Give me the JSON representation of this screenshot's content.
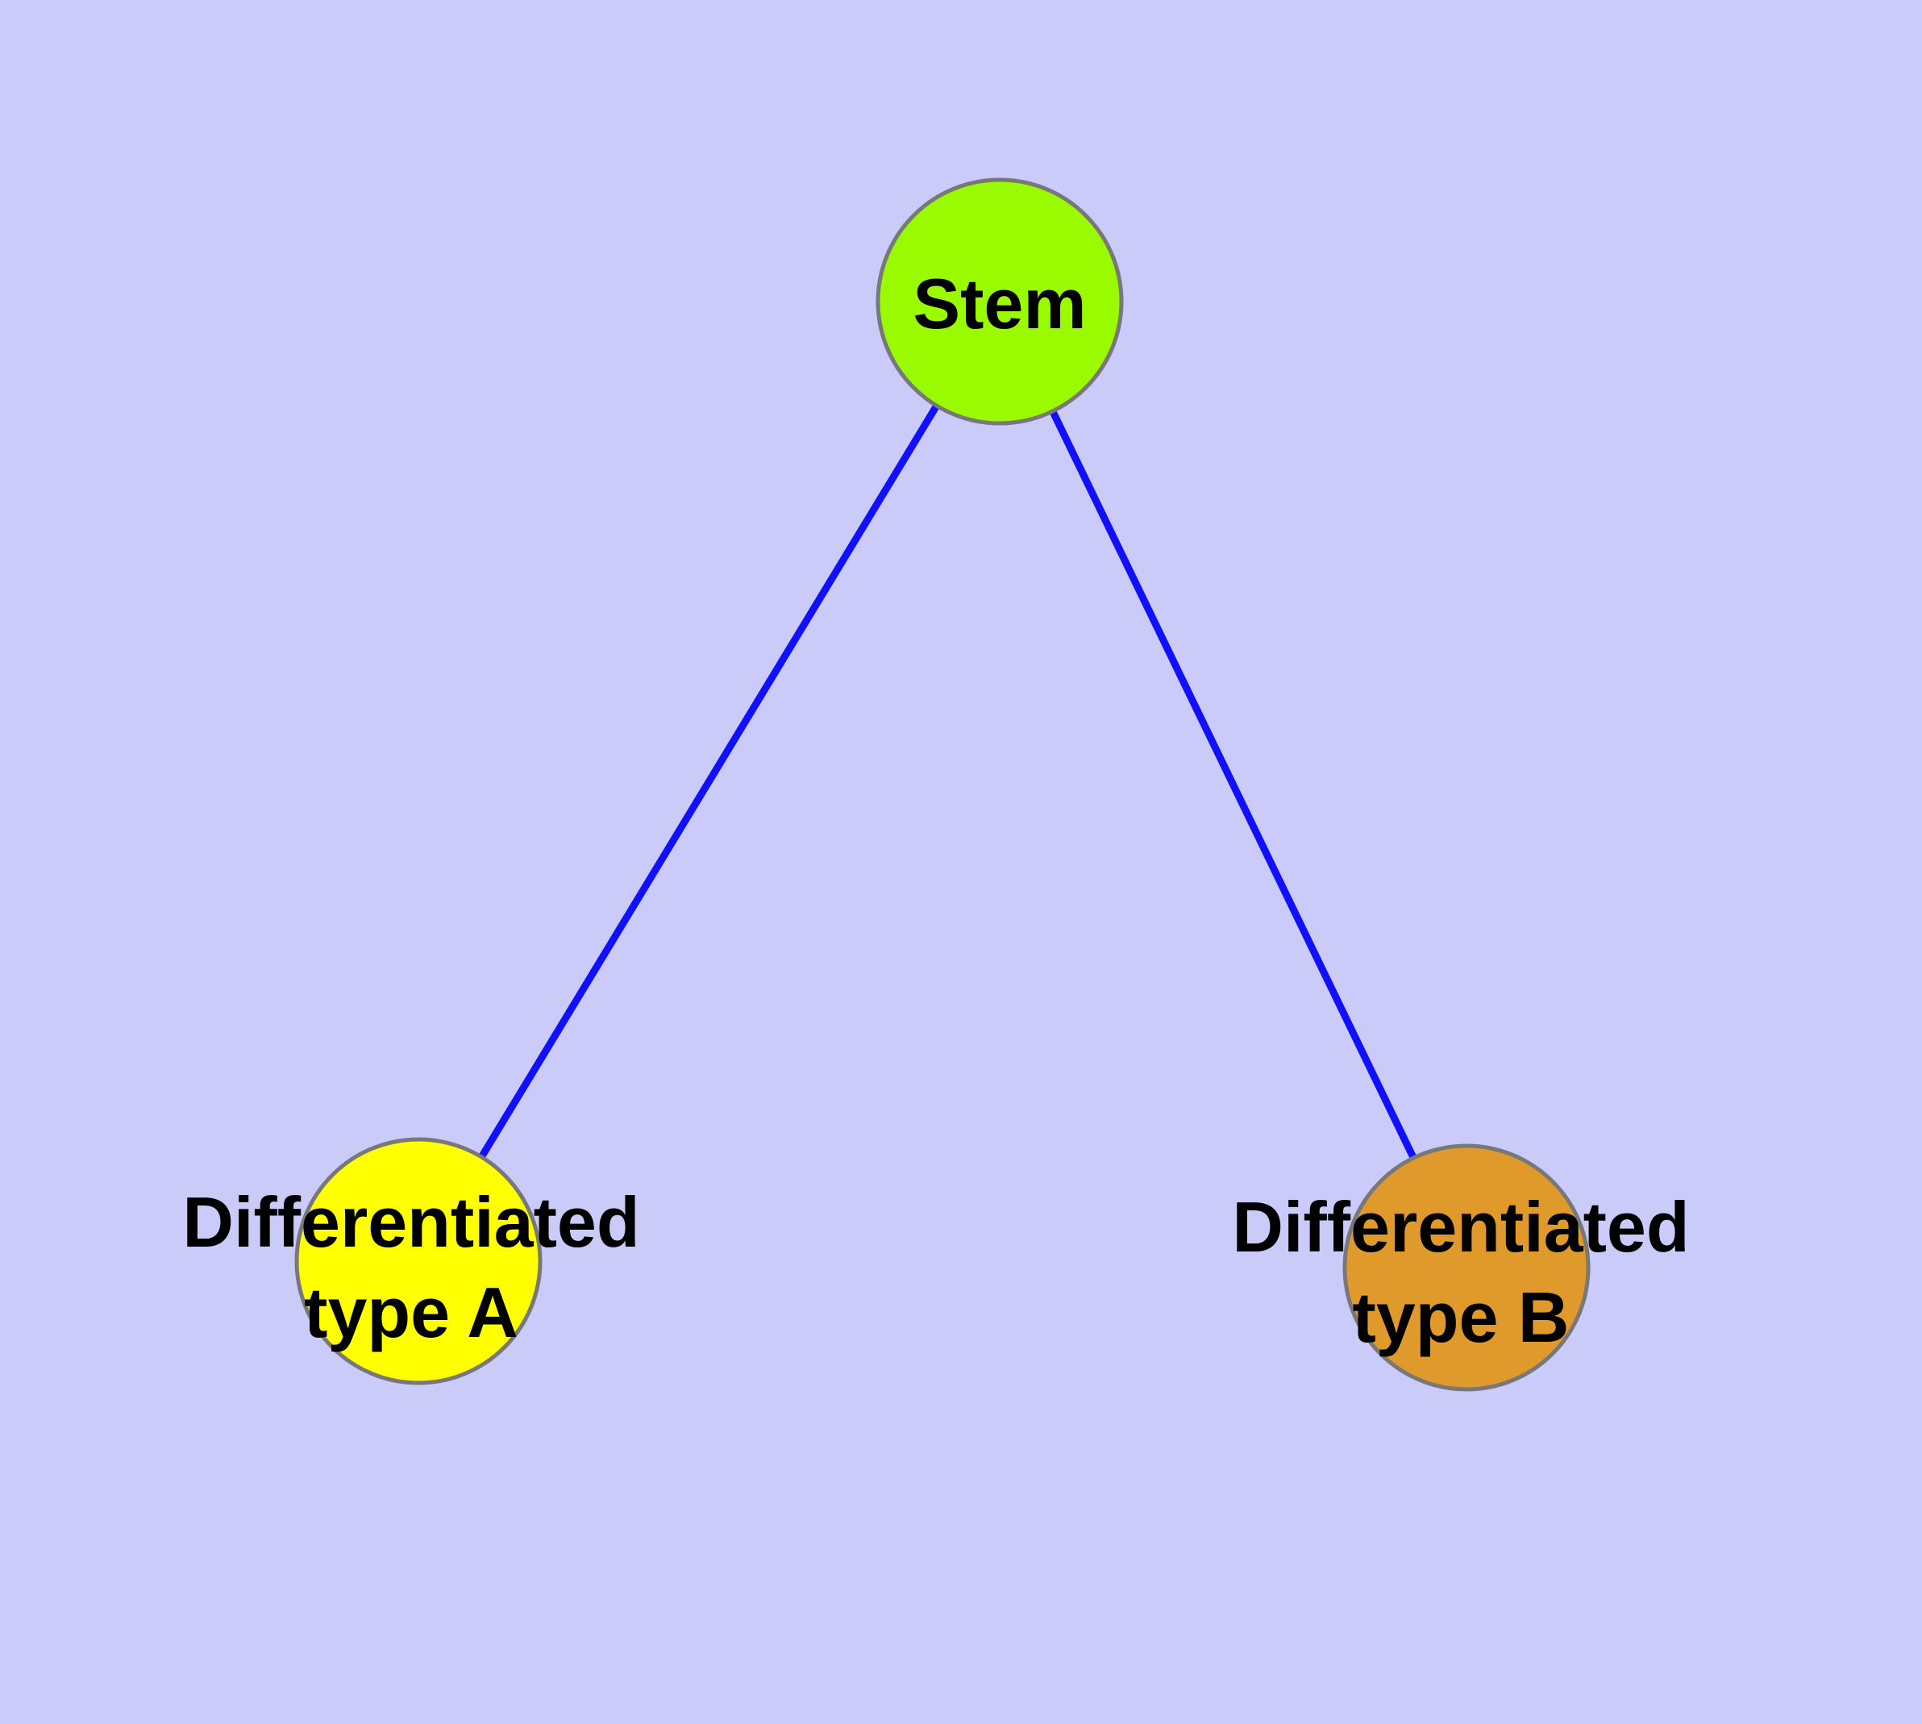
{
  "theme": {
    "background_color": "#CBCBFA",
    "node_border_color": "#787878",
    "edge_color": "#1010FF",
    "label_color": "#000000"
  },
  "nodes": [
    {
      "id": "stem",
      "label": "Stem",
      "fill": "#9AFB00"
    },
    {
      "id": "typeA",
      "label": "Differentiated\ntype A",
      "fill": "#FFFF00"
    },
    {
      "id": "typeB",
      "label": "Differentiated\ntype B",
      "fill": "#E0992B"
    }
  ],
  "edges": [
    {
      "from": "Stem",
      "to": "Differentiated type A",
      "color": "#1010FF"
    },
    {
      "from": "Stem",
      "to": "Differentiated type B",
      "color": "#1010FF"
    }
  ]
}
